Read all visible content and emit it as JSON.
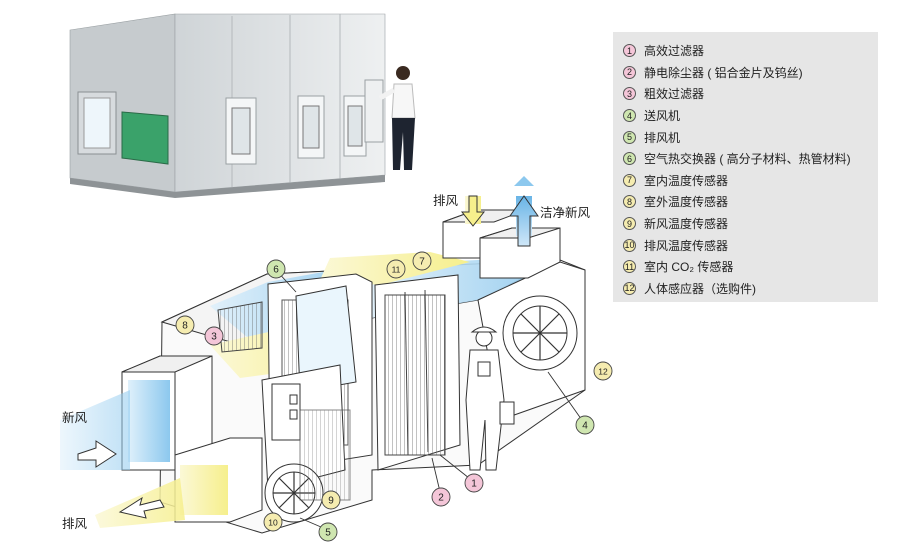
{
  "legend": {
    "items": [
      {
        "num": "1",
        "label": "高效过滤器",
        "color": "#f4c6d8"
      },
      {
        "num": "2",
        "label": "静电除尘器 ( 铝合金片及钨丝)",
        "color": "#f4c6d8"
      },
      {
        "num": "3",
        "label": "粗效过滤器",
        "color": "#f4c6d8"
      },
      {
        "num": "4",
        "label": "送风机",
        "color": "#cfe6b0"
      },
      {
        "num": "5",
        "label": "排风机",
        "color": "#cfe6b0"
      },
      {
        "num": "6",
        "label": "空气热交换器 ( 高分子材料、热管材料)",
        "color": "#cfe6b0"
      },
      {
        "num": "7",
        "label": "室内温度传感器",
        "color": "#f5ecb0"
      },
      {
        "num": "8",
        "label": "室外温度传感器",
        "color": "#f5ecb0"
      },
      {
        "num": "9",
        "label": "新风温度传感器",
        "color": "#f5ecb0"
      },
      {
        "num": "10",
        "label": "排风温度传感器",
        "color": "#f5ecb0"
      },
      {
        "num": "11",
        "label": "室内 CO₂ 传感器",
        "color": "#f5ecb0"
      },
      {
        "num": "12",
        "label": "人体感应器（选购件)",
        "color": "#f5ecb0"
      }
    ]
  },
  "diagram": {
    "flow_labels": {
      "fresh_in": "新风",
      "exhaust_out": "排风",
      "exhaust_in": "排风",
      "clean_fresh": "洁净新风"
    },
    "callouts": [
      {
        "num": "1",
        "color": "#f4c6d8"
      },
      {
        "num": "2",
        "color": "#f4c6d8"
      },
      {
        "num": "3",
        "color": "#f4c6d8"
      },
      {
        "num": "4",
        "color": "#cfe6b0"
      },
      {
        "num": "5",
        "color": "#cfe6b0"
      },
      {
        "num": "6",
        "color": "#cfe6b0"
      },
      {
        "num": "7",
        "color": "#f5ecb0"
      },
      {
        "num": "8",
        "color": "#f5ecb0"
      },
      {
        "num": "9",
        "color": "#f5ecb0"
      },
      {
        "num": "10",
        "color": "#f5ecb0"
      },
      {
        "num": "11",
        "color": "#f5ecb0"
      },
      {
        "num": "12",
        "color": "#f5ecb0"
      }
    ]
  },
  "colors": {
    "fresh_air_blue": "#9fd1f0",
    "exhaust_yellow": "#f3ea6e",
    "panel_grey": "#e6e6e6"
  }
}
